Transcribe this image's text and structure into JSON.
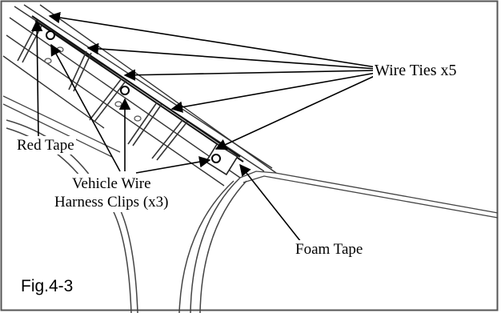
{
  "labels": {
    "wire_ties": "Wire Ties x5",
    "red_tape": "Red Tape",
    "vehicle_wire_harness_clips": "Vehicle Wire\nHarness Clips (x3)",
    "foam_tape": "Foam Tape",
    "figure": "Fig.4-3"
  }
}
